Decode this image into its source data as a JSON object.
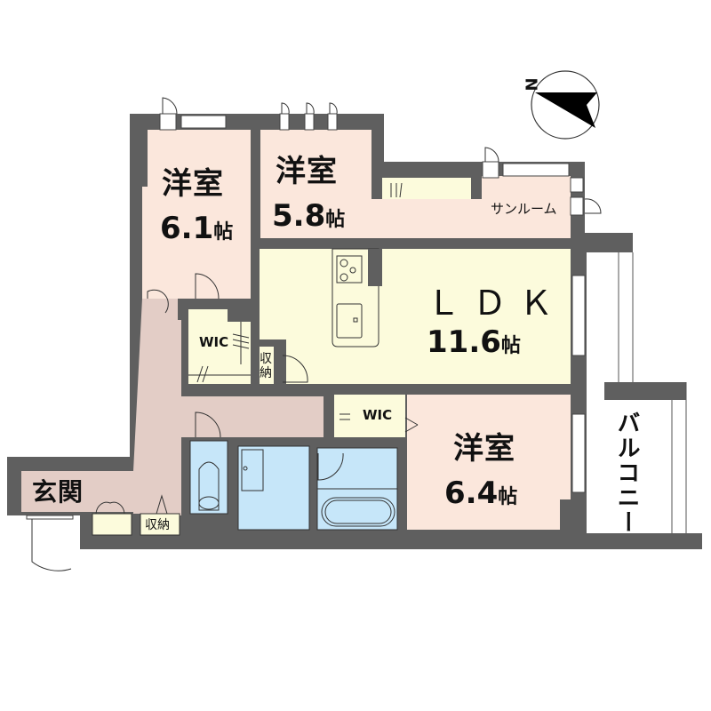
{
  "floor_plan": {
    "compass": {
      "label": "N",
      "direction": "north-arrow"
    },
    "colors": {
      "wall": "#5f5f5f",
      "bedroom": "#fbe7dc",
      "ldk": "#fcfbdc",
      "hallway": "#e3cdc6",
      "wet_area": "#c6e6f9",
      "storage": "#fcfbdc",
      "balcony": "#ffffff"
    },
    "rooms": [
      {
        "id": "western-room-1",
        "name": "洋室",
        "size": "6.1",
        "unit": "帖"
      },
      {
        "id": "western-room-2",
        "name": "洋室",
        "size": "5.8",
        "unit": "帖"
      },
      {
        "id": "ldk",
        "name": "ＬＤＫ",
        "size": "11.6",
        "unit": "帖"
      },
      {
        "id": "western-room-3",
        "name": "洋室",
        "size": "6.4",
        "unit": "帖"
      }
    ],
    "sunroom": {
      "name": "サンルーム"
    },
    "balcony": {
      "name": "バルコニー"
    },
    "entrance": {
      "name": "玄関"
    },
    "wic_1": {
      "name": "WIC"
    },
    "wic_2": {
      "name": "WIC"
    },
    "storage_ldk": {
      "name": "収納"
    },
    "storage_entrance": {
      "name": "収納"
    }
  }
}
